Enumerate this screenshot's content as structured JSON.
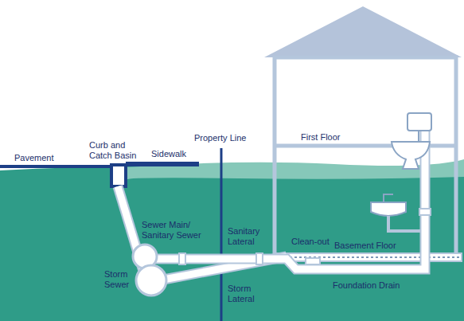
{
  "diagram": {
    "labels": [
      "Pavement",
      "Curb and Catch Basin",
      "Sidewalk",
      "Property Line",
      "First Floor",
      "Sewer Main/ Sanitary Sewer",
      "Sanitary Lateral",
      "Clean-out",
      "Basement Floor",
      "Storm Sewer",
      "Storm Lateral",
      "Foundation Drain"
    ]
  }
}
